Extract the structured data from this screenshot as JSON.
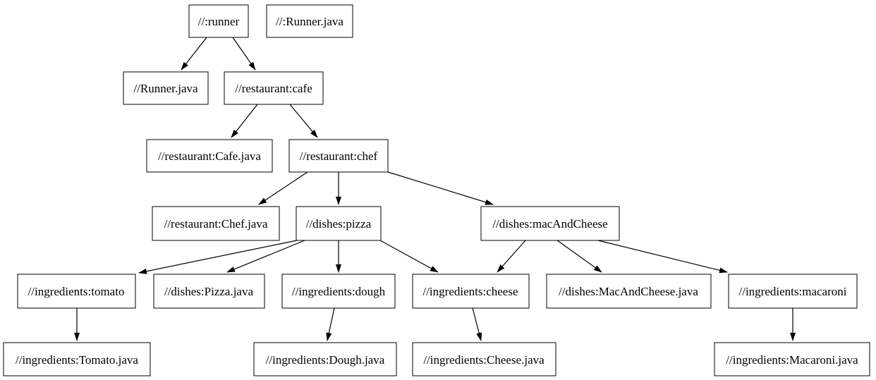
{
  "graph": {
    "type": "dependency-graph",
    "nodes": [
      {
        "id": "runner",
        "label": "//:runner"
      },
      {
        "id": "runner-java-root",
        "label": "//:Runner.java"
      },
      {
        "id": "runner-java",
        "label": "//Runner.java"
      },
      {
        "id": "cafe",
        "label": "//restaurant:cafe"
      },
      {
        "id": "cafe-java",
        "label": "//restaurant:Cafe.java"
      },
      {
        "id": "chef",
        "label": "//restaurant:chef"
      },
      {
        "id": "chef-java",
        "label": "//restaurant:Chef.java"
      },
      {
        "id": "pizza",
        "label": "//dishes:pizza"
      },
      {
        "id": "mac-and-cheese",
        "label": "//dishes:macAndCheese"
      },
      {
        "id": "tomato",
        "label": "//ingredients:tomato"
      },
      {
        "id": "pizza-java",
        "label": "//dishes:Pizza.java"
      },
      {
        "id": "dough",
        "label": "//ingredients:dough"
      },
      {
        "id": "cheese",
        "label": "//ingredients:cheese"
      },
      {
        "id": "mac-and-cheese-java",
        "label": "//dishes:MacAndCheese.java"
      },
      {
        "id": "macaroni",
        "label": "//ingredients:macaroni"
      },
      {
        "id": "tomato-java",
        "label": "//ingredients:Tomato.java"
      },
      {
        "id": "dough-java",
        "label": "//ingredients:Dough.java"
      },
      {
        "id": "cheese-java",
        "label": "//ingredients:Cheese.java"
      },
      {
        "id": "macaroni-java",
        "label": "//ingredients:Macaroni.java"
      }
    ],
    "edges": [
      {
        "from": "//:runner",
        "to": "//Runner.java"
      },
      {
        "from": "//:runner",
        "to": "//restaurant:cafe"
      },
      {
        "from": "//restaurant:cafe",
        "to": "//restaurant:Cafe.java"
      },
      {
        "from": "//restaurant:cafe",
        "to": "//restaurant:chef"
      },
      {
        "from": "//restaurant:chef",
        "to": "//restaurant:Chef.java"
      },
      {
        "from": "//restaurant:chef",
        "to": "//dishes:pizza"
      },
      {
        "from": "//restaurant:chef",
        "to": "//dishes:macAndCheese"
      },
      {
        "from": "//dishes:pizza",
        "to": "//ingredients:tomato"
      },
      {
        "from": "//dishes:pizza",
        "to": "//dishes:Pizza.java"
      },
      {
        "from": "//dishes:pizza",
        "to": "//ingredients:dough"
      },
      {
        "from": "//dishes:pizza",
        "to": "//ingredients:cheese"
      },
      {
        "from": "//dishes:macAndCheese",
        "to": "//ingredients:cheese"
      },
      {
        "from": "//dishes:macAndCheese",
        "to": "//dishes:MacAndCheese.java"
      },
      {
        "from": "//dishes:macAndCheese",
        "to": "//ingredients:macaroni"
      },
      {
        "from": "//ingredients:tomato",
        "to": "//ingredients:Tomato.java"
      },
      {
        "from": "//ingredients:dough",
        "to": "//ingredients:Dough.java"
      },
      {
        "from": "//ingredients:cheese",
        "to": "//ingredients:Cheese.java"
      },
      {
        "from": "//ingredients:macaroni",
        "to": "//ingredients:Macaroni.java"
      }
    ],
    "colors": {
      "background": "#ffffff",
      "node_fill": "#ffffff",
      "node_border": "#000000",
      "edge": "#000000"
    }
  }
}
